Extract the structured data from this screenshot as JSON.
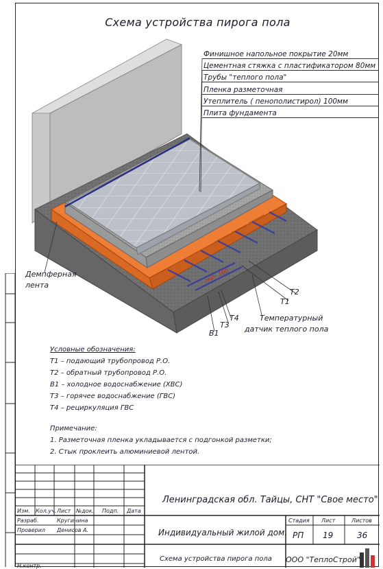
{
  "title": "Схема устройства пирога пола",
  "layers": [
    "Финишное напольное покрытие 20мм",
    "Цементная стяжка с пластификатором 80мм",
    "Трубы \"теплого пола\"",
    "Пленка разметочная",
    "Утеплитель ( пенополистирол) 100мм",
    "Плита фундамента"
  ],
  "callouts": {
    "damper_line1": "Демпферная",
    "damper_line2": "лента",
    "sensor_line1": "Температурный",
    "sensor_line2": "датчик теплого пола",
    "t1": "Т1",
    "t2": "Т2",
    "t3": "Т3",
    "t4": "Т4",
    "b1": "В1",
    "pipe_mark": "min. 100"
  },
  "legend": {
    "heading": "Условные обозначения:",
    "items": [
      "Т1 – подающий трубопровод Р.О.",
      "Т2 – обратный трубопровод Р.О.",
      "В1 – холодное водоснабжение (ХВС)",
      "Т3 – горячее водоснабжение (ГВС)",
      "Т4 – рециркуляция ГВС"
    ]
  },
  "notes": {
    "heading": "Примечание:",
    "items": [
      "1. Разметочная пленка укладывается с подгонкой разметки;",
      "2. Стык проклеить алюминиевой лентой."
    ]
  },
  "stamp": {
    "project": "Ленинградская обл. Тайцы, СНТ \"Свое место\"",
    "object": "Индивидуальный жилой дом.",
    "sheet_title": "Схема устройства пирога пола",
    "company": "ООО \"ТеплоСтрой\"",
    "headers": [
      "Изм.",
      "Кол.уч.",
      "Лист",
      "№док.",
      "Подп.",
      "Дата"
    ],
    "stage_label": "Стадия",
    "sheet_label": "Лист",
    "sheets_label": "Листов",
    "stage": "РП",
    "sheet": "19",
    "sheets": "36",
    "developed_label": "Разраб.",
    "developed_name": "Кругинина",
    "checked_label": "Проверил",
    "checked_name": "Денисов А.",
    "norm_label": "Н.контр."
  },
  "colors": {
    "insulation": "#e8702a",
    "screed": "#9c9c9c",
    "tile": "#b9bdc4",
    "slab": "#6e6e6e",
    "pipe": "#3a3f9a"
  }
}
